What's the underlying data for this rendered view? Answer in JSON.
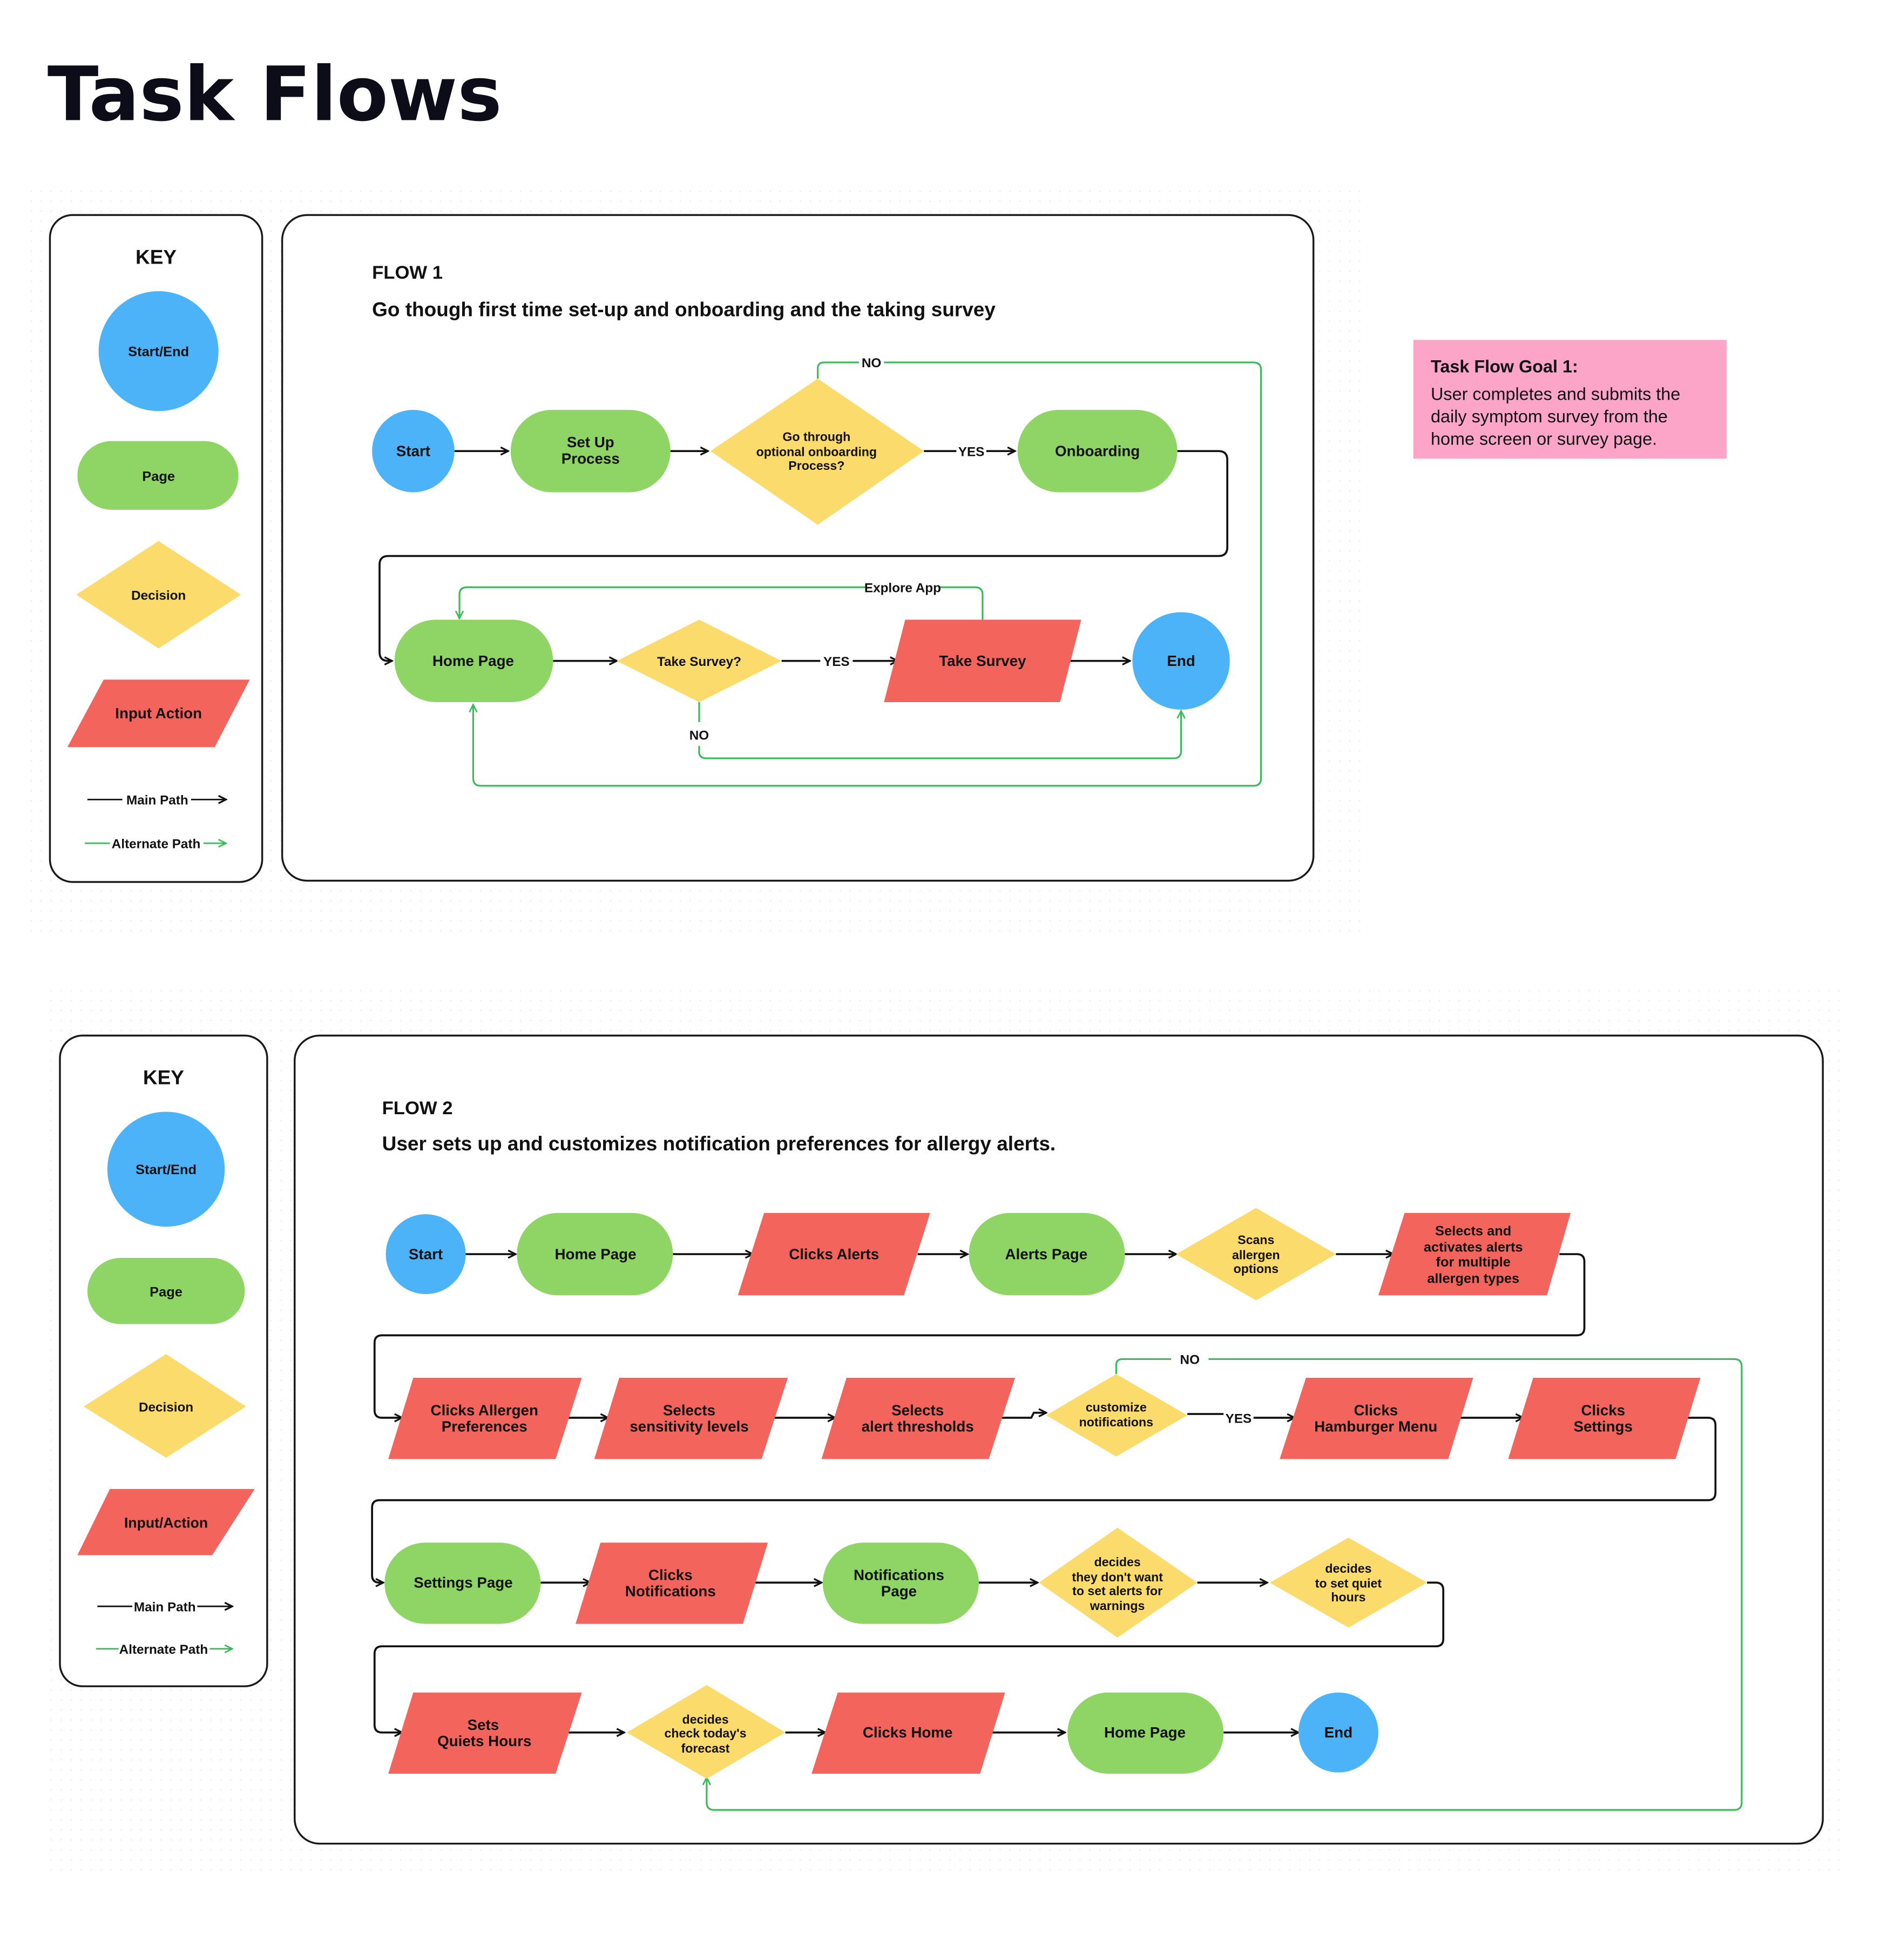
{
  "page_title": "Task Flows",
  "colors": {
    "start_end": "#4db3f9",
    "page": "#8fd566",
    "decision": "#fcdb6d",
    "input_action": "#f3655c",
    "main_path": "#111111",
    "alternate_path": "#3dba5c",
    "note": "#fda5c9",
    "frame": "#1a1a1a"
  },
  "key_1": {
    "title": "KEY",
    "start_end": "Start/End",
    "page": "Page",
    "decision": "Decision",
    "input_action": "Input Action",
    "main_path": "Main Path",
    "alternate_path": "Alternate Path"
  },
  "key_2": {
    "title": "KEY",
    "start_end": "Start/End",
    "page": "Page",
    "decision": "Decision",
    "input_action": "Input/Action",
    "main_path": "Main Path",
    "alternate_path": "Alternate Path"
  },
  "flow_1": {
    "label": "FLOW 1",
    "description": "Go though first time set-up and onboarding and the taking survey",
    "nodes": {
      "start": "Start",
      "setup": [
        "Set Up",
        "Process"
      ],
      "onboard_decision": [
        "Go through",
        "optional onboarding",
        "Process?"
      ],
      "onboarding": "Onboarding",
      "home": "Home Page",
      "survey_decision": "Take Survey?",
      "take_survey": "Take Survey",
      "end": "End"
    },
    "edge_labels": {
      "yes_onboard": "YES",
      "no_onboard": "NO",
      "yes_survey": "YES",
      "no_survey": "NO",
      "explore": "Explore App"
    }
  },
  "goal_note": {
    "title": "Task Flow Goal 1:",
    "lines": [
      "User completes and submits the",
      "daily symptom survey from the",
      "home screen or survey page."
    ]
  },
  "flow_2": {
    "label": "FLOW 2",
    "description": "User sets up and customizes notification preferences for allergy alerts.",
    "nodes": {
      "start": "Start",
      "home": "Home Page",
      "clicks_alerts": "Clicks Alerts",
      "alerts_page": "Alerts Page",
      "scans": [
        "Scans",
        "allergen",
        "options"
      ],
      "selects_activates": [
        "Selects and",
        "activates alerts",
        "for multiple",
        "allergen types"
      ],
      "allergen_prefs": [
        "Clicks Allergen",
        "Preferences"
      ],
      "sensitivity": [
        "Selects",
        "sensitivity levels"
      ],
      "thresholds": [
        "Selects",
        "alert thresholds"
      ],
      "customize": [
        "customize",
        "notifications"
      ],
      "hamburger": [
        "Clicks",
        "Hamburger Menu"
      ],
      "clicks_settings": [
        "Clicks",
        "Settings"
      ],
      "settings_page": "Settings Page",
      "clicks_notifications": [
        "Clicks",
        "Notifications"
      ],
      "notifications_page": [
        "Notifications",
        "Page"
      ],
      "no_warnings": [
        "decides",
        "they don't want",
        "to set alerts for",
        "warnings"
      ],
      "quiet_decision": [
        "decides",
        "to set quiet",
        "hours"
      ],
      "sets_quiet": [
        "Sets",
        "Quiets Hours"
      ],
      "forecast": [
        "decides",
        "check today's",
        "forecast"
      ],
      "clicks_home": "Clicks Home",
      "home_2": "Home Page",
      "end": "End"
    },
    "edge_labels": {
      "yes": "YES",
      "no": "NO"
    }
  }
}
